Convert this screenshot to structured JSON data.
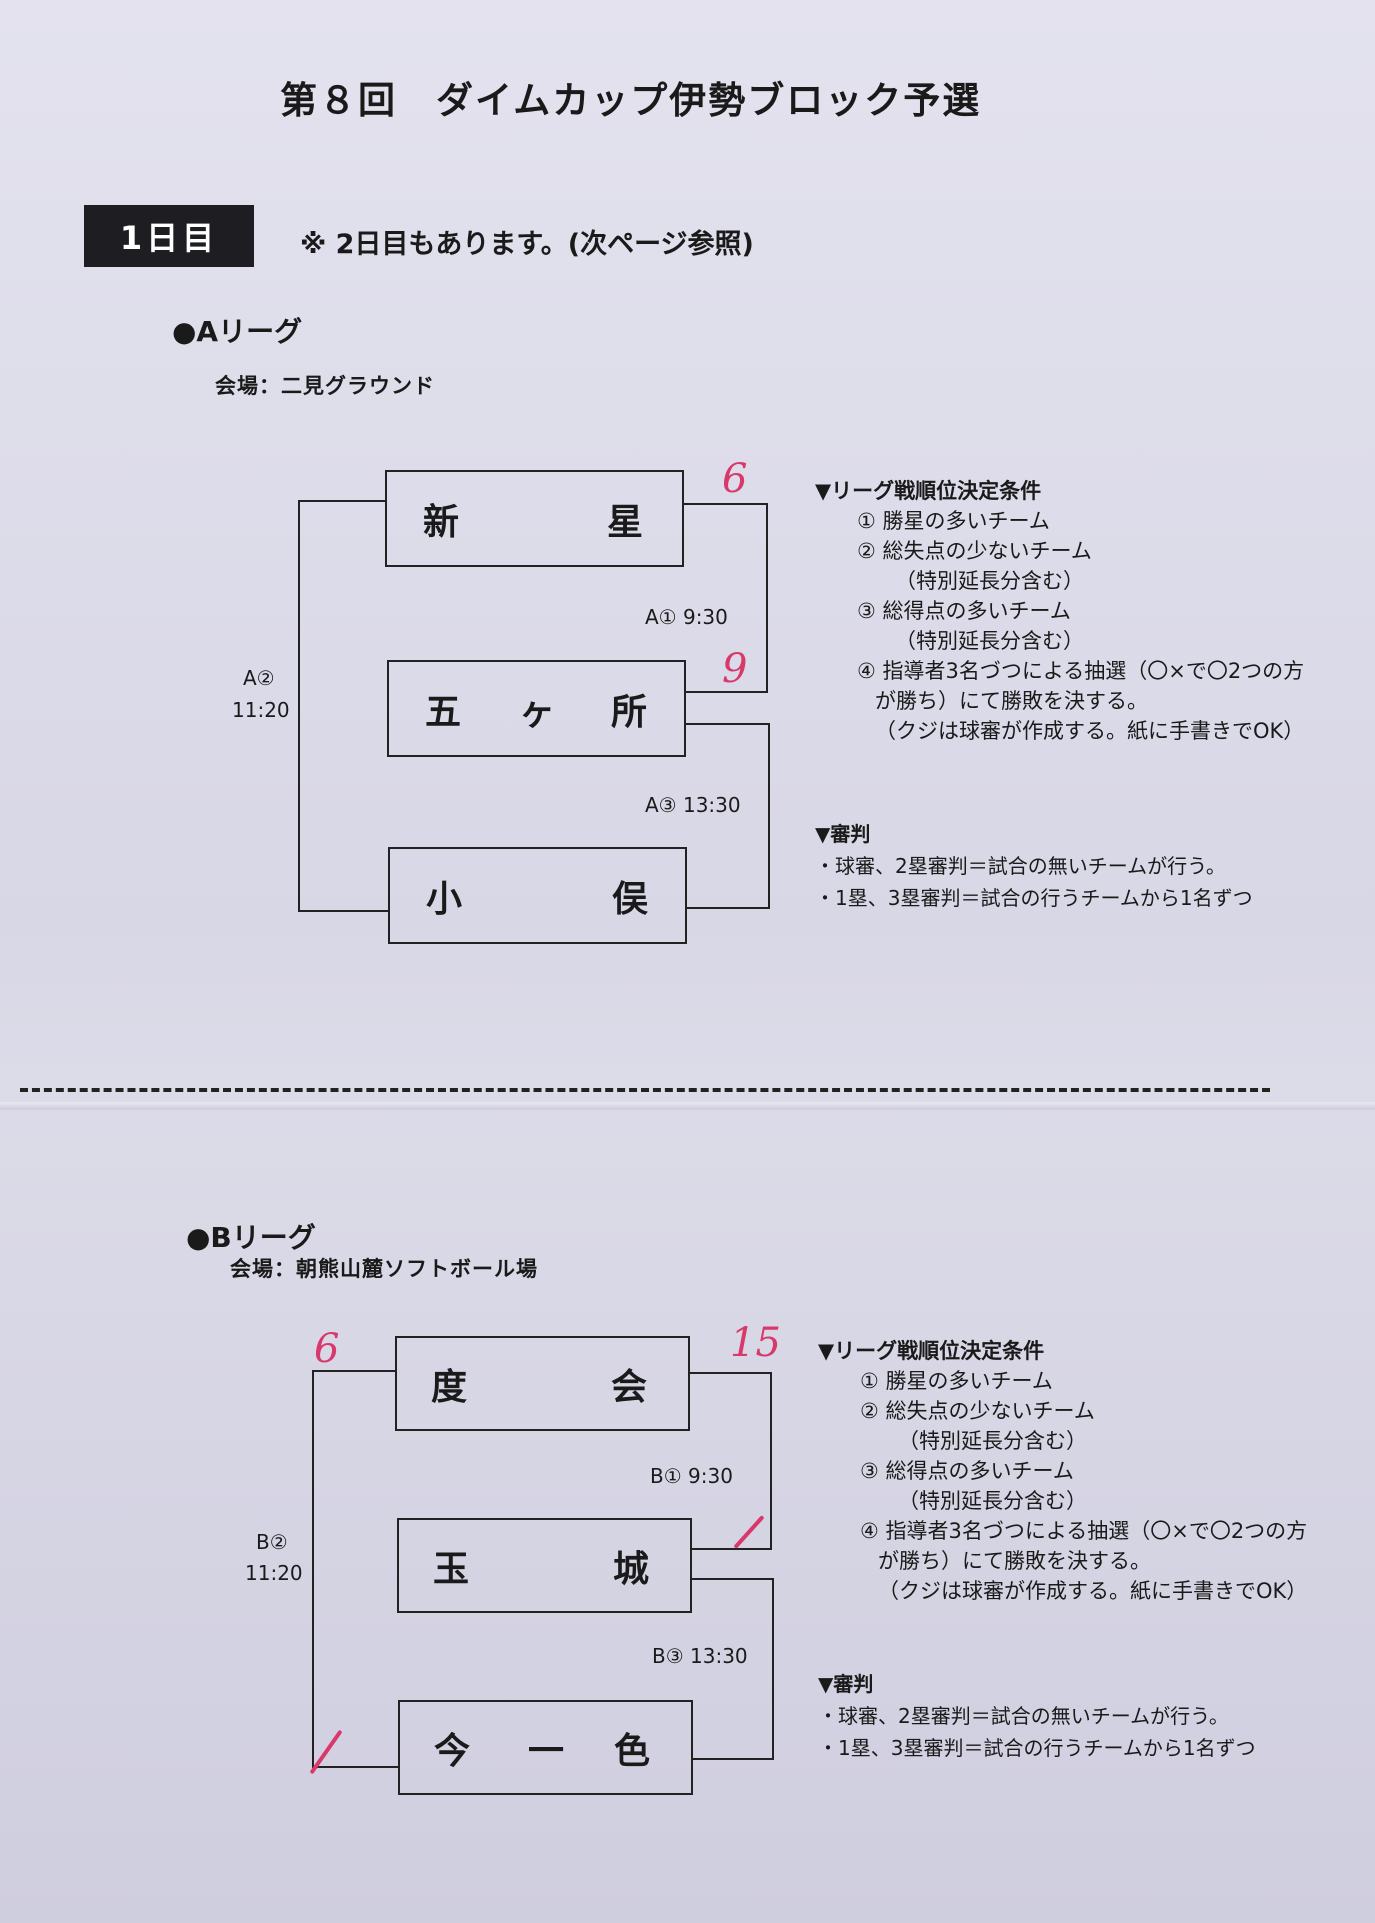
{
  "title": "第８回　ダイムカップ伊勢ブロック予選",
  "day_label": "1日目",
  "day_note": "※ 2日目もあります。(次ページ参照)",
  "league_a": {
    "name": "●Aリーグ",
    "venue": "会場：二見グラウンド",
    "team1": [
      "新",
      "星"
    ],
    "team2": [
      "五",
      "ヶ",
      "所"
    ],
    "team3": [
      "小",
      "俣"
    ],
    "game1": "A① 9:30",
    "game2_id": "A②",
    "game2_time": "11:20",
    "game3": "A③ 13:30",
    "scores": [
      "6",
      "9"
    ],
    "rules_title": "▼リーグ戦順位決定条件",
    "rules": [
      "①  勝星の多いチーム",
      "②  総失点の少ないチーム",
      "（特別延長分含む）",
      "③  総得点の多いチーム",
      "（特別延長分含む）",
      "④  指導者3名づつによる抽選（〇×で〇2つの方",
      "が勝ち）にて勝敗を決する。",
      "（クジは球審が作成する。紙に手書きでOK）"
    ],
    "umpire_title": "▼審判",
    "umpire": [
      "・球審、2塁審判＝試合の無いチームが行う。",
      "・1塁、3塁審判＝試合の行うチームから1名ずつ"
    ]
  },
  "league_b": {
    "name": "●Bリーグ",
    "venue": "会場：朝熊山麓ソフトボール場",
    "team1": [
      "度",
      "会"
    ],
    "team2": [
      "玉",
      "城"
    ],
    "team3": [
      "今",
      "一",
      "色"
    ],
    "game1": "B① 9:30",
    "game2_id": "B②",
    "game2_time": "11:20",
    "game3": "B③ 13:30",
    "scores": [
      "6",
      "15"
    ],
    "rules_title": "▼リーグ戦順位決定条件",
    "rules": [
      "①  勝星の多いチーム",
      "②  総失点の少ないチーム",
      "（特別延長分含む）",
      "③  総得点の多いチーム",
      "（特別延長分含む）",
      "④  指導者3名づつによる抽選（〇×で〇2つの方",
      "が勝ち）にて勝敗を決する。",
      "（クジは球審が作成する。紙に手書きでOK）"
    ],
    "umpire_title": "▼審判",
    "umpire": [
      "・球審、2塁審判＝試合の無いチームが行う。",
      "・1塁、3塁審判＝試合の行うチームから1名ずつ"
    ]
  },
  "colors": {
    "ink": "#1a1a1a",
    "red_pen": "#d8386a",
    "paper": "#dcdbe8"
  }
}
